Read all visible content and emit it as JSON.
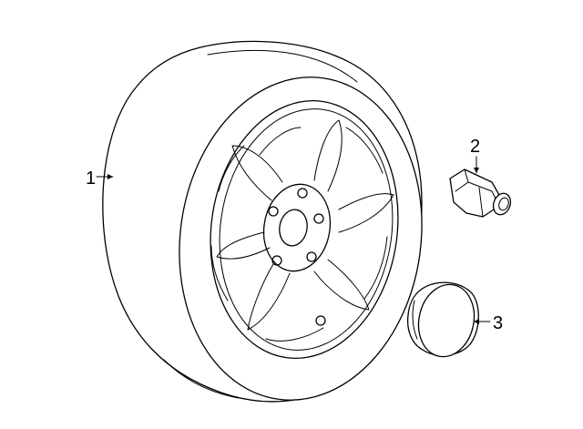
{
  "callouts": [
    {
      "id": "1",
      "label": "1",
      "part": "wheel-assembly"
    },
    {
      "id": "2",
      "label": "2",
      "part": "lug-nut"
    },
    {
      "id": "3",
      "label": "3",
      "part": "center-cap"
    }
  ]
}
